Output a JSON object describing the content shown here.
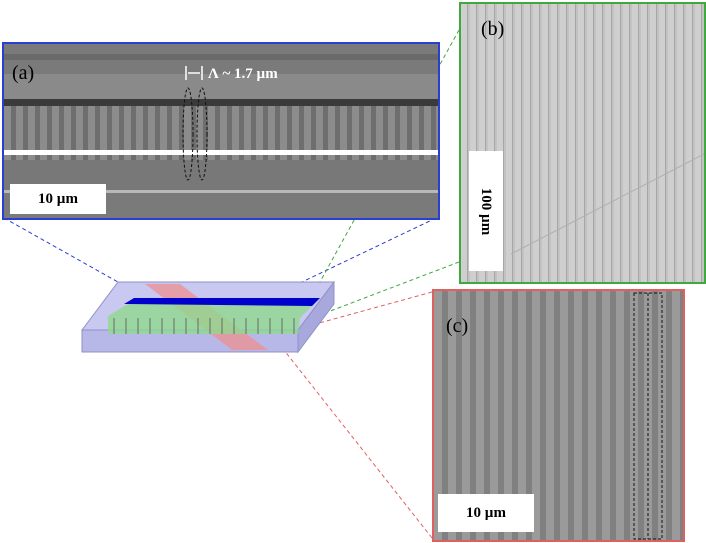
{
  "panels": {
    "a": {
      "label": "(a)",
      "scale": "10 µm",
      "pitch": "Λ ~ 1.7 µm",
      "border_color": "#2a3fd0"
    },
    "b": {
      "label": "(b)",
      "scale": "100 µm",
      "border_color": "#3fa83f"
    },
    "c": {
      "label": "(c)",
      "scale": "10 µm",
      "border_color": "#e06060"
    }
  },
  "colors": {
    "blue_line": "#0000cc",
    "green_plane": "#8fd88f",
    "red_plane": "#ee9090",
    "slab": "#c8c8f0"
  }
}
